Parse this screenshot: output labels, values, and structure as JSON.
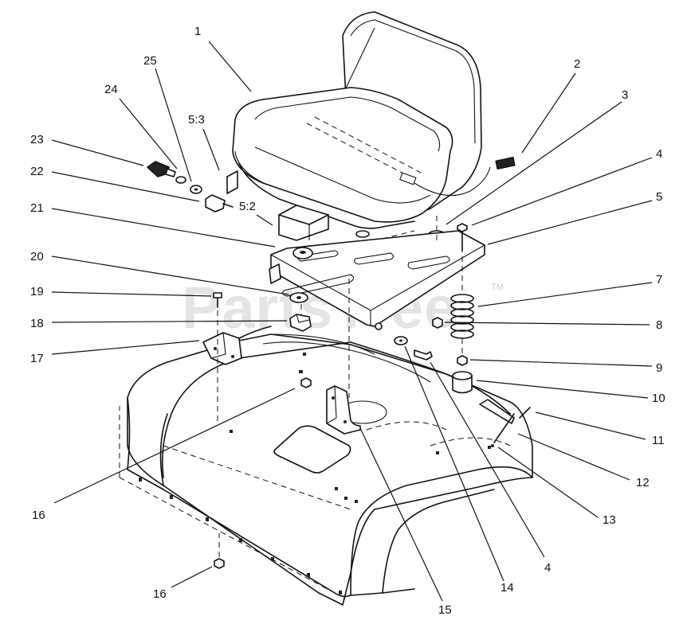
{
  "watermark": {
    "text": "PartsTree",
    "tm": "TM"
  },
  "callouts": [
    {
      "id": "c1",
      "label": "1"
    },
    {
      "id": "c2",
      "label": "2"
    },
    {
      "id": "c3",
      "label": "3"
    },
    {
      "id": "c4a",
      "label": "4"
    },
    {
      "id": "c5",
      "label": "5"
    },
    {
      "id": "c7",
      "label": "7"
    },
    {
      "id": "c8",
      "label": "8"
    },
    {
      "id": "c9",
      "label": "9"
    },
    {
      "id": "c10",
      "label": "10"
    },
    {
      "id": "c11",
      "label": "11"
    },
    {
      "id": "c12",
      "label": "12"
    },
    {
      "id": "c13",
      "label": "13"
    },
    {
      "id": "c4b",
      "label": "4"
    },
    {
      "id": "c14",
      "label": "14"
    },
    {
      "id": "c15",
      "label": "15"
    },
    {
      "id": "c16a",
      "label": "16"
    },
    {
      "id": "c16b",
      "label": "16"
    },
    {
      "id": "c17",
      "label": "17"
    },
    {
      "id": "c18",
      "label": "18"
    },
    {
      "id": "c19",
      "label": "19"
    },
    {
      "id": "c20",
      "label": "20"
    },
    {
      "id": "c21",
      "label": "21"
    },
    {
      "id": "c22",
      "label": "22"
    },
    {
      "id": "c23",
      "label": "23"
    },
    {
      "id": "c24",
      "label": "24"
    },
    {
      "id": "c25",
      "label": "25"
    },
    {
      "id": "c53",
      "label": "5:3"
    },
    {
      "id": "c52",
      "label": "5:2"
    }
  ]
}
